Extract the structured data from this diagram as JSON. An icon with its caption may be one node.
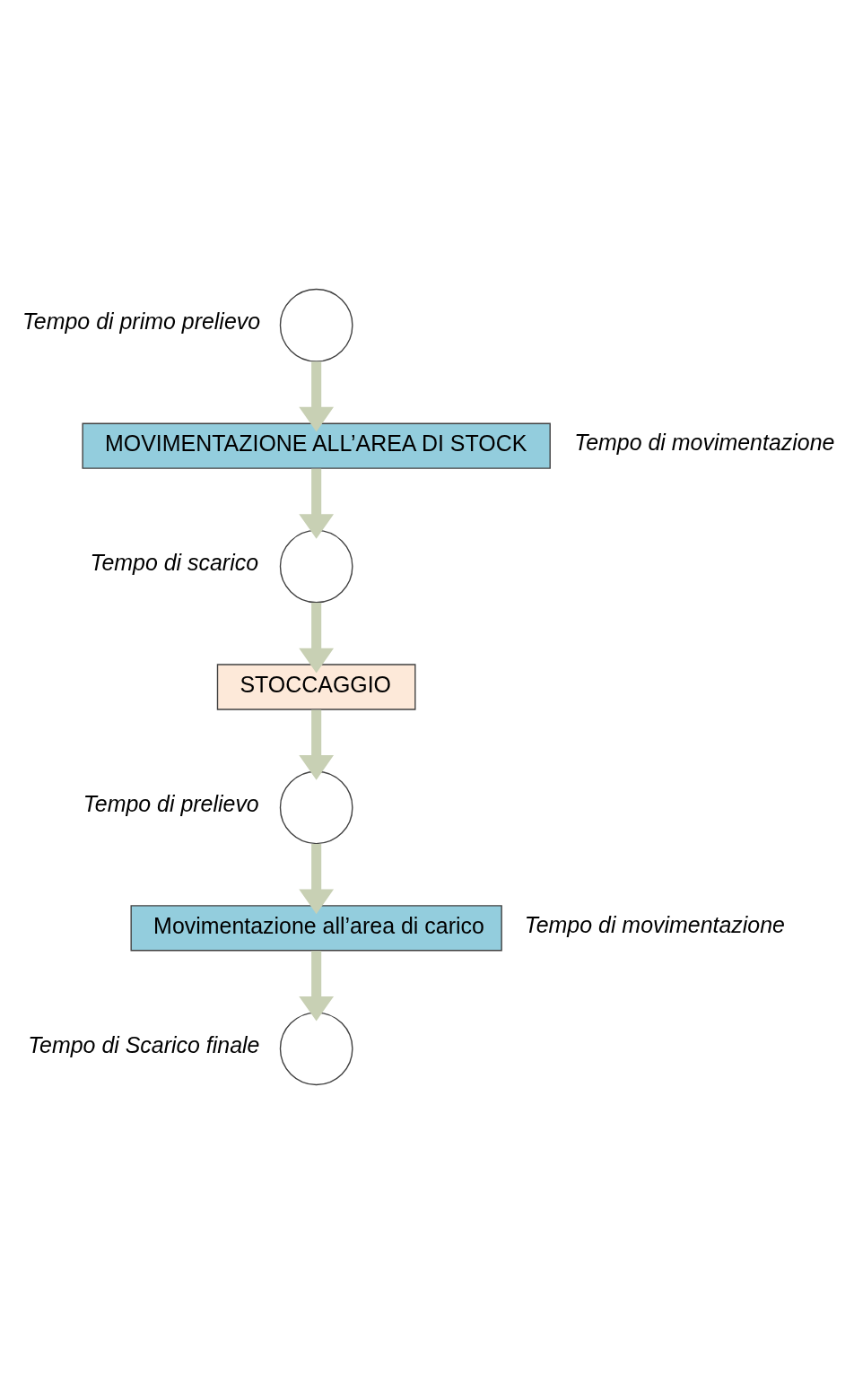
{
  "diagram": {
    "nodes": [
      {
        "text": [],
        "shape": "circle",
        "beside": [
          "Tempo di primo prelievo"
        ]
      },
      {
        "text": [
          "MOVIMENTAZIONE ALL’AREA DI STOCK"
        ],
        "beside": [
          "Tempo di movimentazione"
        ]
      },
      {
        "text": [],
        "shape": "circle",
        "beside": [
          "Tempo di scarico"
        ]
      },
      {
        "text": [
          "STOCCAGGIO"
        ]
      },
      {
        "text": [],
        "shape": "circle",
        "beside": [
          "Tempo di prelievo"
        ]
      },
      {
        "text": [
          "Movimentazione all’area di carico"
        ],
        "beside": [
          "Tempo di movimentazione"
        ]
      },
      {
        "text": [],
        "shape": "circle",
        "beside": [
          "Tempo di Scarico finale"
        ]
      }
    ],
    "edges": [
      {
        "from": 0,
        "to": 1,
        "arrow": "to"
      },
      {
        "from": 1,
        "to": 2,
        "arrow": "to"
      },
      {
        "from": 2,
        "to": 3,
        "arrow": "to"
      },
      {
        "from": 3,
        "to": 4,
        "arrow": "to"
      },
      {
        "from": 4,
        "to": 5,
        "arrow": "to"
      },
      {
        "from": 5,
        "to": 6,
        "arrow": "to"
      }
    ]
  }
}
